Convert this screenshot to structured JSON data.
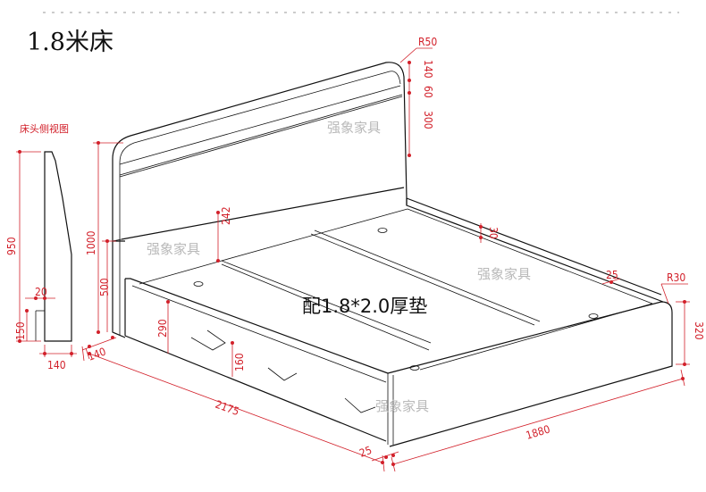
{
  "title": "1.8米床",
  "side_view_title": "床头侧视图",
  "mattress_note": "配1.8*2.0厚垫",
  "watermarks": [
    "强象家具",
    "强象家具",
    "强象家具"
  ],
  "dimensions": {
    "r50": "R50",
    "d140_top": "140",
    "d60": "60",
    "d300": "300",
    "d242": "242",
    "d1000": "1000",
    "d500": "500",
    "d290": "290",
    "d160": "160",
    "d140_front": "140",
    "d2175": "2175",
    "d25_bottom": "25",
    "d1880": "1880",
    "d320": "320",
    "r30": "R30",
    "d25_side": "25",
    "d30": "30",
    "side_950": "950",
    "side_150": "150",
    "side_20": "20",
    "side_140": "140"
  },
  "colors": {
    "dimension": "#d2202a",
    "outline": "#111111",
    "watermark": "#b9b9b9"
  }
}
